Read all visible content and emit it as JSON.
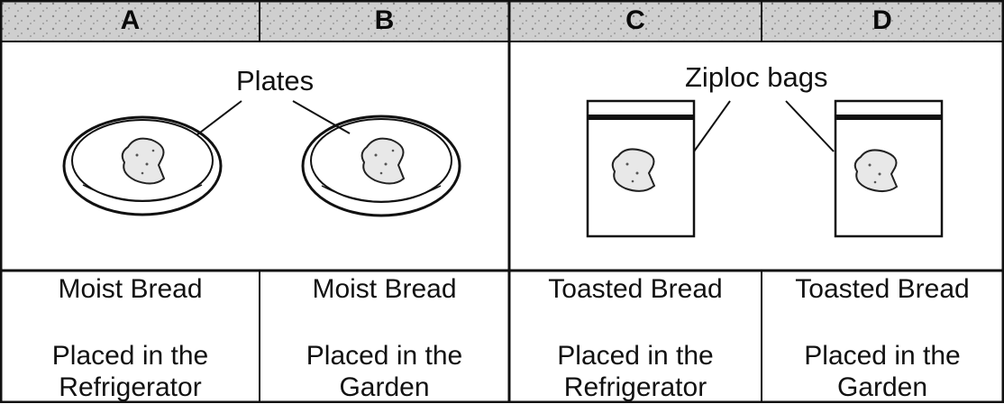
{
  "headers": [
    "A",
    "B",
    "C",
    "D"
  ],
  "groups": {
    "plates": "Plates",
    "ziploc": "Ziploc bags"
  },
  "cells": [
    {
      "line1": "Moist Bread",
      "line2": "Placed in the",
      "line3": "Refrigerator"
    },
    {
      "line1": "Moist Bread",
      "line2": "Placed in the",
      "line3": "Garden"
    },
    {
      "line1": "Toasted Bread",
      "line2": "Placed in the",
      "line3": "Refrigerator"
    },
    {
      "line1": "Toasted Bread",
      "line2": "Placed in the",
      "line3": "Garden"
    }
  ],
  "icons": [
    "plate-icon",
    "ziploc-bag-icon",
    "bread-slice-icon"
  ],
  "colors": {
    "header_bg": "#c9c9c9",
    "border": "#111111",
    "bowl": "#222222"
  }
}
